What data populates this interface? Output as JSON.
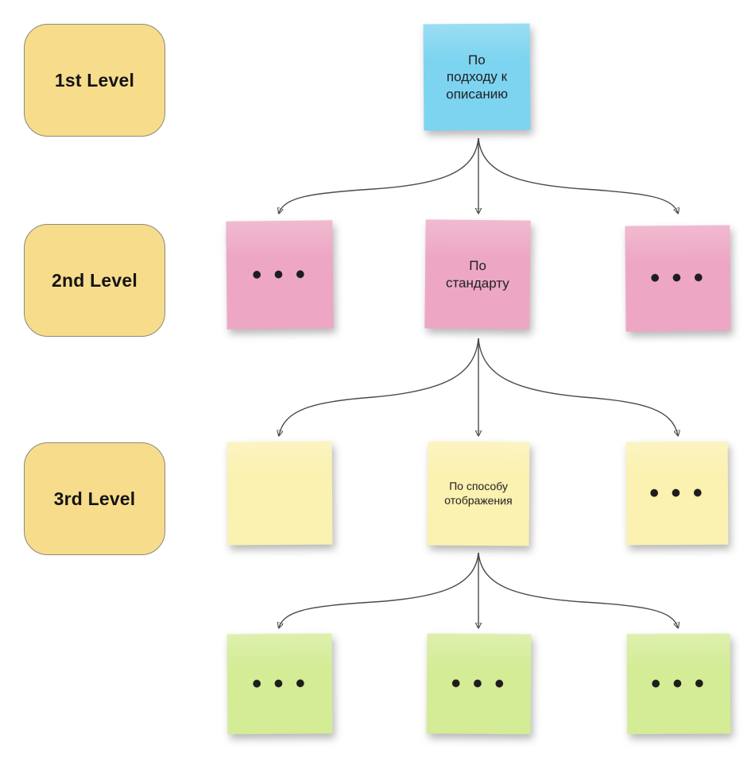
{
  "diagram": {
    "title": "Sticky note hierarchy diagram",
    "background_color": "#ffffff",
    "connector_color": "#4a4a4a"
  },
  "levels": [
    {
      "id": "level-1",
      "label": "1st Level",
      "box_color": "#F7DC8C"
    },
    {
      "id": "level-2",
      "label": "2nd Level",
      "box_color": "#F7DC8C"
    },
    {
      "id": "level-3",
      "label": "3rd Level",
      "box_color": "#F7DC8C"
    }
  ],
  "ellipsis": "• • •",
  "row_1": {
    "color": "#7DD4F0",
    "notes": [
      {
        "id": "note-podhod",
        "text": "По\nподходу к\nописанию",
        "font_size": 17,
        "is_ellipsis": false
      }
    ]
  },
  "row_2": {
    "color": "#EDA7C4",
    "notes": [
      {
        "id": "note-pink-left",
        "text": "• • •",
        "font_size": 34,
        "is_ellipsis": true
      },
      {
        "id": "note-standart",
        "text": "По\nстандарту",
        "font_size": 17,
        "is_ellipsis": false
      },
      {
        "id": "note-pink-right",
        "text": "• • •",
        "font_size": 34,
        "is_ellipsis": true
      }
    ]
  },
  "row_3": {
    "color": "#FBF1B0",
    "notes": [
      {
        "id": "note-yellow-left",
        "text": "",
        "font_size": 17,
        "is_ellipsis": false
      },
      {
        "id": "note-sposob",
        "text": "По способу\nотображения",
        "font_size": 14,
        "is_ellipsis": false
      },
      {
        "id": "note-yellow-right",
        "text": "• • •",
        "font_size": 34,
        "is_ellipsis": true
      }
    ]
  },
  "row_4": {
    "color": "#D4EC96",
    "notes": [
      {
        "id": "note-green-left",
        "text": "• • •",
        "font_size": 34,
        "is_ellipsis": true
      },
      {
        "id": "note-green-mid",
        "text": "• • •",
        "font_size": 34,
        "is_ellipsis": true
      },
      {
        "id": "note-green-right",
        "text": "• • •",
        "font_size": 34,
        "is_ellipsis": true
      }
    ]
  }
}
